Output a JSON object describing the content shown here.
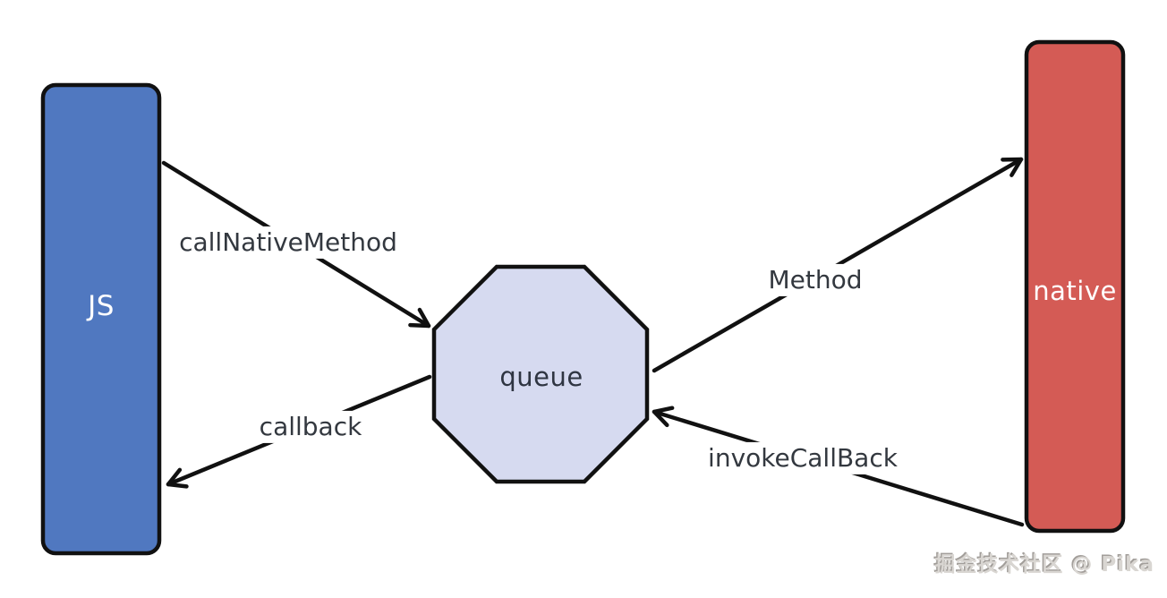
{
  "diagram": {
    "background_color": "#ffffff",
    "line_color": "#111111",
    "edge_label_color": "#33383f",
    "nodes": {
      "js": {
        "label": "JS",
        "fill": "#5078c0",
        "text_color": "#ffffff",
        "shape": "rounded-rect"
      },
      "queue": {
        "label": "queue",
        "fill": "#d6daf0",
        "text_color": "#2f3542",
        "shape": "octagon"
      },
      "native": {
        "label": "native",
        "fill": "#d45b55",
        "text_color": "#ffffff",
        "shape": "rounded-rect"
      }
    },
    "edges": {
      "call_native_method": {
        "label": "callNativeMethod",
        "from": "js",
        "to": "queue"
      },
      "callback": {
        "label": "callback",
        "from": "queue",
        "to": "js"
      },
      "method": {
        "label": "Method",
        "from": "queue",
        "to": "native"
      },
      "invoke_callback": {
        "label": "invokeCallBack",
        "from": "native",
        "to": "queue"
      }
    },
    "watermark": "掘金技术社区 @ Pika"
  }
}
